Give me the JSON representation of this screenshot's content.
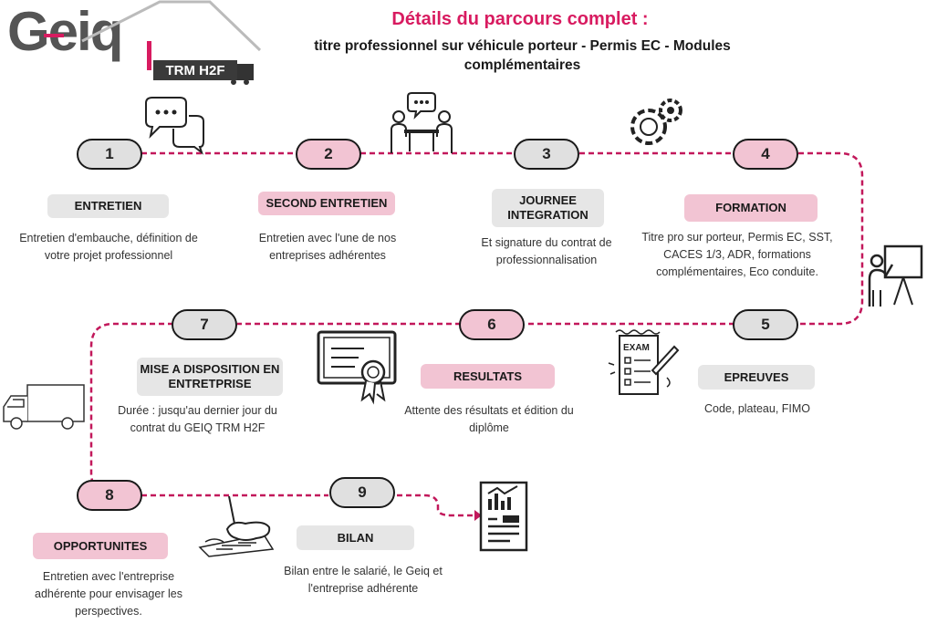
{
  "logo": {
    "text_ge": "Ge",
    "text_iq": "iq",
    "badge": "TRM H2F"
  },
  "header": {
    "title": "Détails du parcours complet :",
    "subtitle": "titre professionnel sur véhicule porteur - Permis EC - Modules complémentaires"
  },
  "steps": [
    {
      "number": "1",
      "label": "ENTRETIEN",
      "description": "Entretien d'embauche, définition de votre projet professionnel"
    },
    {
      "number": "2",
      "label": "SECOND ENTRETIEN",
      "description": "Entretien avec l'une de nos entreprises adhérentes"
    },
    {
      "number": "3",
      "label": "JOURNEE INTEGRATION",
      "description": "Et signature du contrat de professionnalisation"
    },
    {
      "number": "4",
      "label": "FORMATION",
      "description": "Titre pro sur porteur, Permis EC, SST, CACES 1/3, ADR, formations complémentaires, Eco conduite."
    },
    {
      "number": "5",
      "label": "EPREUVES",
      "description": "Code, plateau, FIMO"
    },
    {
      "number": "6",
      "label": "RESULTATS",
      "description": "Attente des résultats et édition du diplôme"
    },
    {
      "number": "7",
      "label": "MISE A DISPOSITION EN ENTRETPRISE",
      "description": "Durée : jusqu'au dernier jour du contrat du GEIQ TRM H2F"
    },
    {
      "number": "8",
      "label": "OPPORTUNITES",
      "description": "Entretien avec l'entreprise adhérente pour envisager les perspectives."
    },
    {
      "number": "9",
      "label": "BILAN",
      "description": "Bilan entre le salarié, le Geiq et l'entreprise adhérente"
    }
  ],
  "icons": {
    "exam_text": "EXAM",
    "names": [
      "chat-icon",
      "meeting-icon",
      "gears-icon",
      "trainer-icon",
      "exam-icon",
      "diploma-icon",
      "truck-icon",
      "signature-icon",
      "report-icon"
    ]
  },
  "colors": {
    "accent": "#d81b60",
    "path": "#c2185b",
    "pink": "#f2c4d3",
    "grey": "#e0e0e0",
    "dark": "#1a1a1a"
  }
}
